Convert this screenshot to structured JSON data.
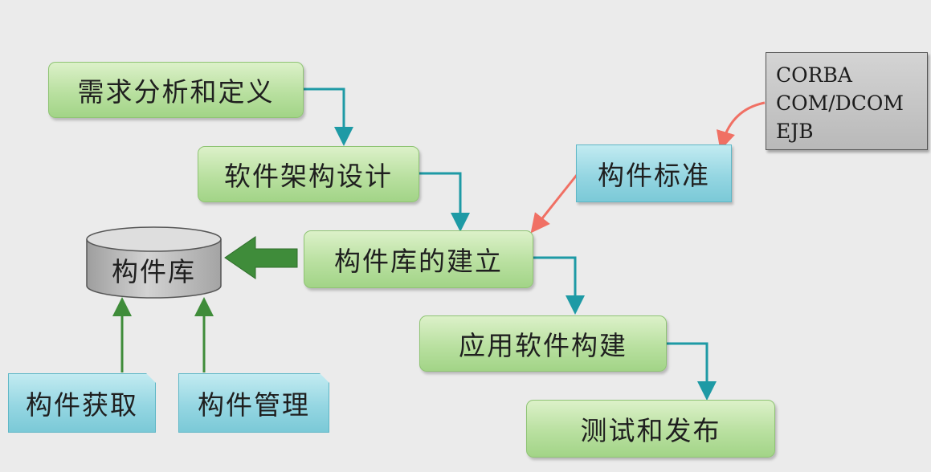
{
  "nodes": {
    "requirements": "需求分析和定义",
    "architecture": "软件架构设计",
    "library_build": "构件库的建立",
    "app_build": "应用软件构建",
    "test_release": "测试和发布",
    "component_standard": "构件标准",
    "component_library": "构件库",
    "component_acquire": "构件获取",
    "component_manage": "构件管理"
  },
  "standards": [
    "CORBA",
    "COM/DCOM",
    "EJB"
  ],
  "colors": {
    "green_box": "#b9e0a0",
    "cyan_box": "#95d6e2",
    "cyan_arrow": "#1e9aa5",
    "green_arrow": "#3f8c3a",
    "red_arrow": "#f07064",
    "cylinder": "#c4c4c4"
  }
}
